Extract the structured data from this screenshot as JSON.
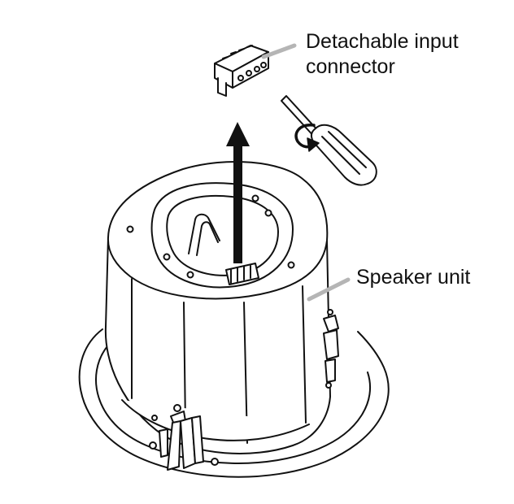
{
  "labels": {
    "connector": [
      "Detachable input",
      "connector"
    ],
    "speaker": "Speaker unit"
  },
  "colors": {
    "stroke": "#111111",
    "fill": "#ffffff",
    "leader": "#b5b5b5",
    "arrow": "#111111"
  },
  "icons": {
    "rotation": "curved-rotation-arrow",
    "lift": "upward-arrow",
    "tool": "screwdriver"
  }
}
